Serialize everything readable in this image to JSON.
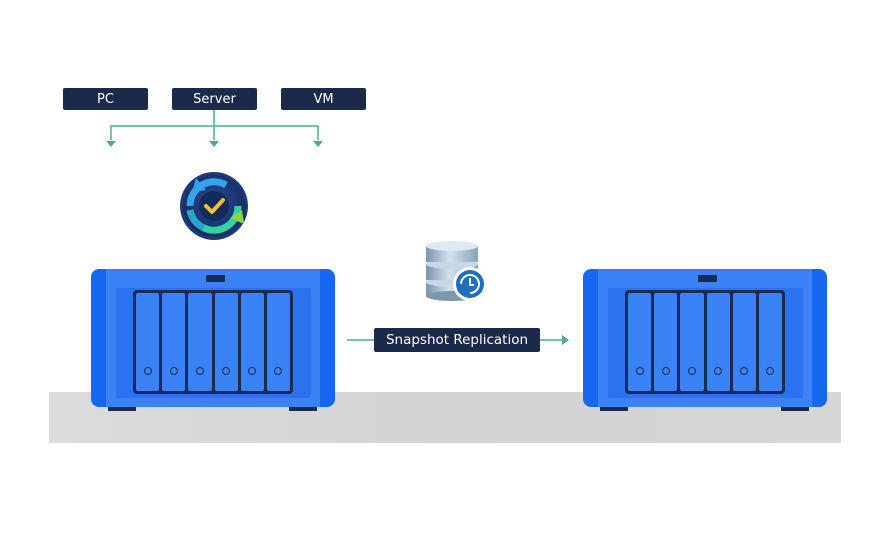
{
  "sources": [
    {
      "label": "PC"
    },
    {
      "label": "Server"
    },
    {
      "label": "VM"
    }
  ],
  "backup_app_icon": "active-backup-sync-check-icon",
  "replication_app_icon": "snapshot-replication-database-clock-icon",
  "replication_label": "Snapshot Replication",
  "devices": [
    {
      "name": "source-nas",
      "bays": 6
    },
    {
      "name": "target-nas",
      "bays": 6
    }
  ],
  "colors": {
    "label_bg": "#1b2a4a",
    "arrow": "#4fae82",
    "nas_blue": "#1768f0",
    "floor": "#d6d6d6"
  }
}
